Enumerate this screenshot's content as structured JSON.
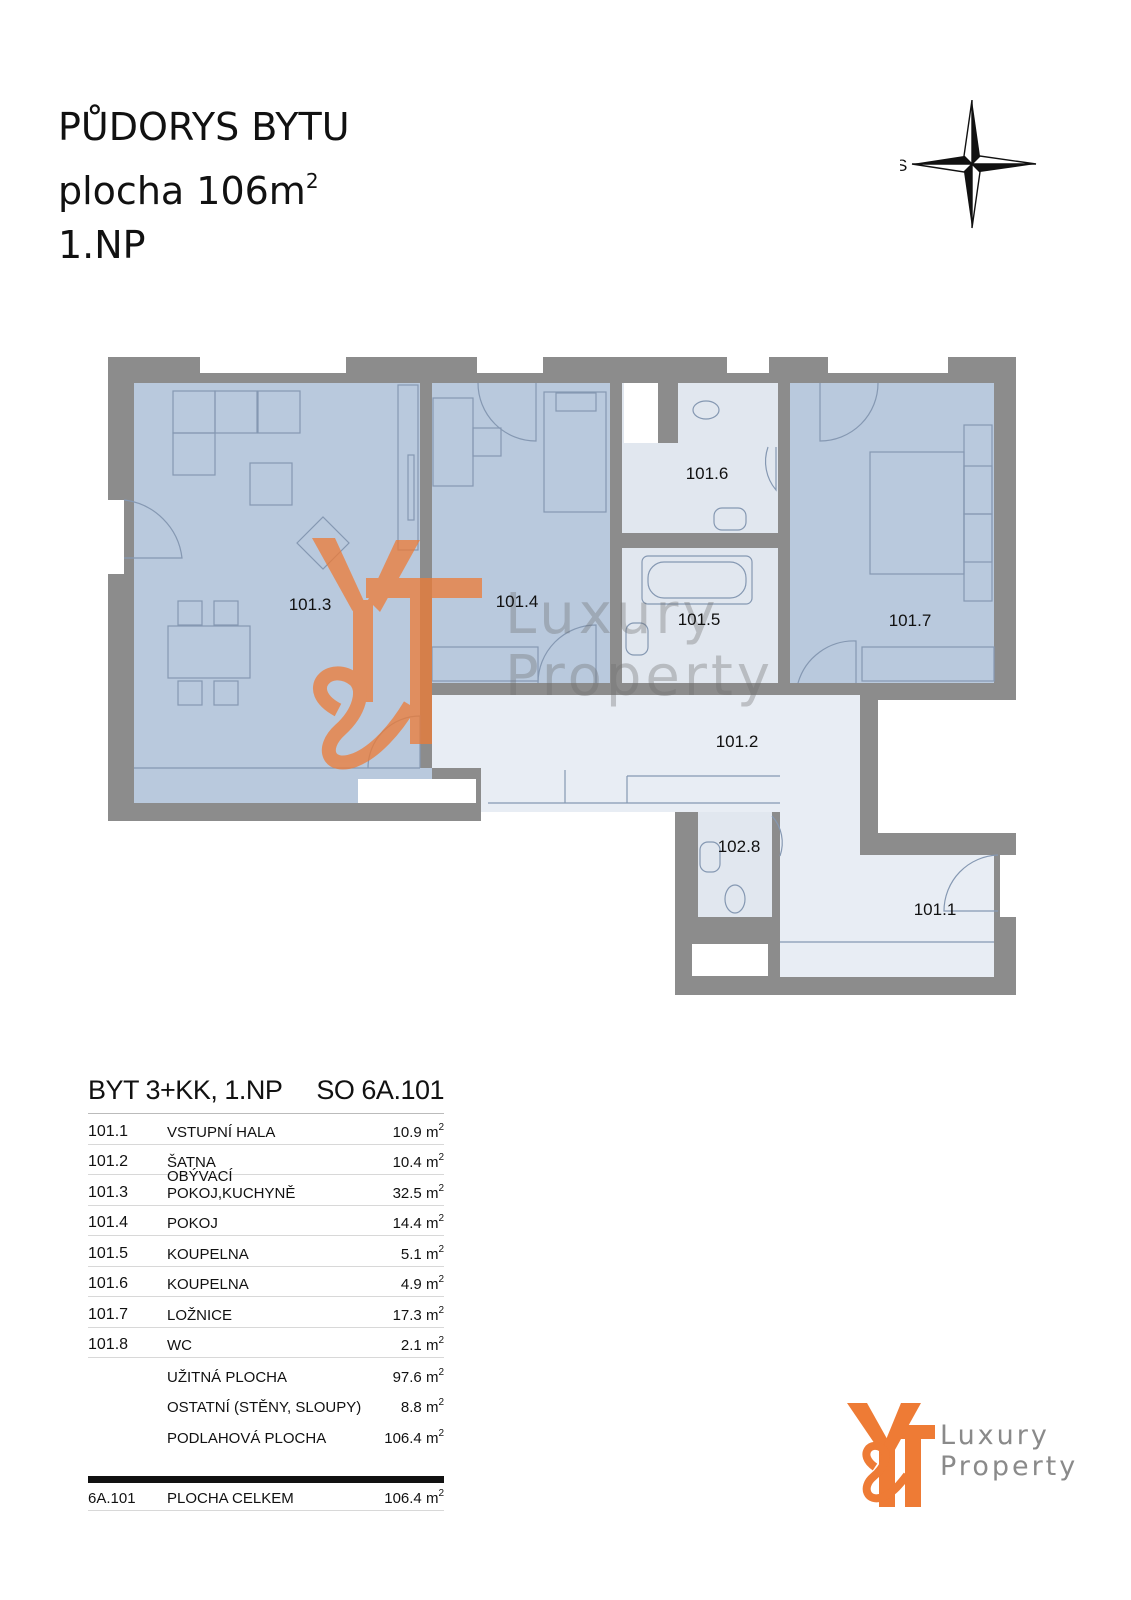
{
  "title": {
    "line1": "PŮDORYS BYTU",
    "line2_text": "plocha 106m",
    "line2_sup": "2",
    "line3": "1.NP"
  },
  "compass": {
    "label": "S"
  },
  "rooms": [
    {
      "id": "101.3"
    },
    {
      "id": "101.4"
    },
    {
      "id": "101.6"
    },
    {
      "id": "101.5"
    },
    {
      "id": "101.7"
    },
    {
      "id": "101.2"
    },
    {
      "id": "102.8"
    },
    {
      "id": "101.1"
    }
  ],
  "watermark": {
    "line1": "Luxury",
    "line2": "Property"
  },
  "table": {
    "header_left": "BYT 3+KK, 1.NP",
    "header_right": "SO 6A.101",
    "unit": "m",
    "unit_sup": "2",
    "rows": [
      {
        "code": "101.1",
        "name": "VSTUPNÍ HALA",
        "area": "10.9"
      },
      {
        "code": "101.2",
        "name": "ŠATNA",
        "area": "10.4"
      },
      {
        "code": "101.3",
        "name": "OBÝVACÍ POKOJ,KUCHYNĚ",
        "area": "32.5"
      },
      {
        "code": "101.4",
        "name": "POKOJ",
        "area": "14.4"
      },
      {
        "code": "101.5",
        "name": "KOUPELNA",
        "area": "5.1"
      },
      {
        "code": "101.6",
        "name": "KOUPELNA",
        "area": "4.9"
      },
      {
        "code": "101.7",
        "name": "LOŽNICE",
        "area": "17.3"
      },
      {
        "code": "101.8",
        "name": "WC",
        "area": "2.1"
      }
    ],
    "summary": [
      {
        "name": "UŽITNÁ PLOCHA",
        "area": "97.6  m"
      },
      {
        "name": "OSTATNÍ (STĚNY, SLOUPY)",
        "area": "8.8 m"
      },
      {
        "name": "PODLAHOVÁ PLOCHA",
        "area": "106.4 m"
      }
    ],
    "total": {
      "code": "6A.101",
      "name": "PLOCHA CELKEM",
      "area": "106.4 m"
    }
  },
  "logo": {
    "line1": "Luxury",
    "line2": "Property"
  },
  "colors": {
    "wall": "#8c8c8c",
    "room_fill": "#b9c9dd",
    "hall_fill": "#e8edf4",
    "bath_fill": "#e1e7ef",
    "brand_orange": "#ee7b35",
    "logo_gray": "#8a8a8a"
  }
}
